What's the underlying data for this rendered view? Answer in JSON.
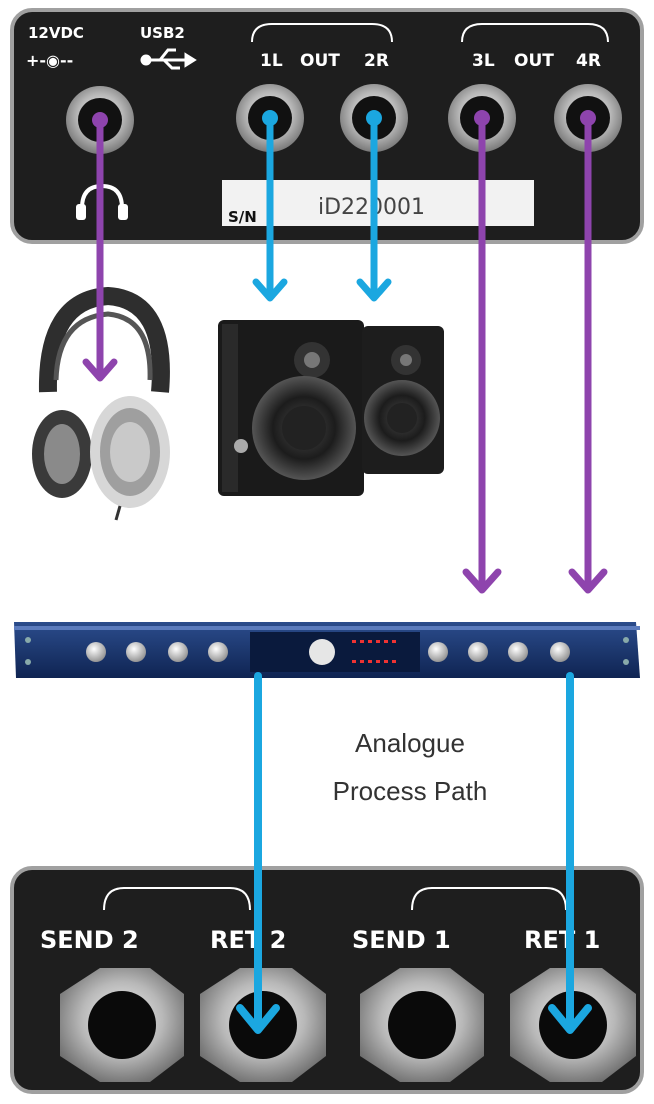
{
  "top_panel": {
    "power_label": "12VDC",
    "power_symbol": "+-◉--",
    "usb_label": "USB2",
    "out_group_a": {
      "left": "1L",
      "mid": "OUT",
      "right": "2R"
    },
    "out_group_b": {
      "left": "3L",
      "mid": "OUT",
      "right": "4R"
    },
    "serial_prefix": "S/N",
    "serial_number": "iD220001"
  },
  "caption": {
    "line1": "Analogue",
    "line2": "Process Path"
  },
  "bottom_panel": {
    "send2": "SEND 2",
    "ret2": "RET 2",
    "send1": "SEND 1",
    "ret1": "RET 1"
  },
  "colors": {
    "panel": "#1e1e1e",
    "panel_border": "#9a9a9a",
    "arrow_purple": "#8e44ad",
    "arrow_blue": "#1ba7e0",
    "rack_blue": "#16336d"
  }
}
